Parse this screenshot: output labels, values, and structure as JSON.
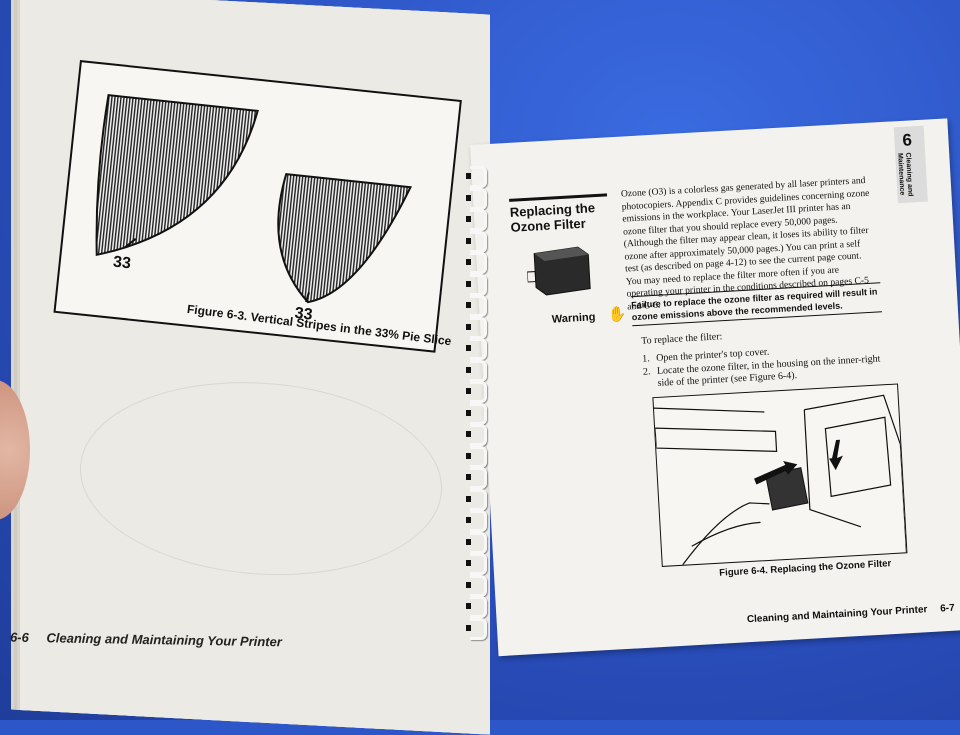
{
  "left_page": {
    "figure_caption": "Figure 6-3. Vertical Stripes in the 33% Pie Slice",
    "label_a": "33",
    "label_b": "33",
    "footer_page": "6-6",
    "footer_title": "Cleaning and Maintaining Your Printer"
  },
  "right_page": {
    "tab_number": "6",
    "tab_text": "Cleaning and Maintenance",
    "heading": "Replacing the Ozone Filter",
    "body": "Ozone (O3) is a colorless gas generated by all laser printers and photocopiers. Appendix C provides guidelines concerning ozone emissions in the workplace. Your LaserJet III printer has an ozone filter that you should replace every 50,000 pages. (Although the filter may appear clean, it loses its ability to filter ozone after approximately 50,000 pages.) You can print a self test (as described on page 4-12) to see the current page count. You may need to replace the filter more often if you are operating your printer in the conditions described on pages C-5 and C-6.",
    "warning_label": "Warning",
    "warning_text": "Failure to replace the ozone filter as required will result in ozone emissions above the recommended levels.",
    "steps_title": "To replace the filter:",
    "steps": [
      {
        "n": "1.",
        "text": "Open the printer's top cover."
      },
      {
        "n": "2.",
        "text": "Locate the ozone filter, in the housing on the inner-right side of the printer (see Figure 6-4)."
      }
    ],
    "figure_caption": "Figure 6-4. Replacing the Ozone Filter",
    "footer_title": "Cleaning and Maintaining Your Printer",
    "footer_page": "6-7"
  }
}
